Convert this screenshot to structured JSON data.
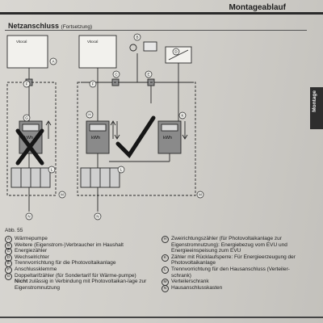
{
  "header": {
    "title": "Montageablauf"
  },
  "section": {
    "title": "Netzanschluss",
    "subtitle": "(Fortsetzung)"
  },
  "side_tab": {
    "label": "Montage"
  },
  "figure": {
    "label": "Abb. 55",
    "box_label": "Vitocal",
    "meter_label": "kWh",
    "letters": {
      "A": "A",
      "B": "B",
      "C": "C",
      "D": "D",
      "E": "E",
      "F": "F",
      "G": "G",
      "H": "H",
      "K": "K",
      "L": "L",
      "M": "M",
      "N": "N"
    }
  },
  "legend": {
    "left": [
      {
        "letter": "A",
        "text": "Wärmepumpe"
      },
      {
        "letter": "B",
        "text": "Weitere (Eigenstrom-)Verbraucher im Haushalt"
      },
      {
        "letter": "C",
        "text": "Energiezähler"
      },
      {
        "letter": "D",
        "text": "Wechselrichter"
      },
      {
        "letter": "E",
        "text": "Trennvorrichtung für die Photovoltaikanlage"
      },
      {
        "letter": "F",
        "text": "Anschlussklemme"
      },
      {
        "letter": "G",
        "text": "Doppeltarifzähler (für Sondertarif für Wärme-pumpe)"
      }
    ],
    "left_note_bold": "Nicht",
    "left_note_rest": " zulässig in Verbindung mit Photovoltaikan-lage zur Eigenstromnutzung",
    "right": [
      {
        "letter": "H",
        "text": "Zweirichtungszähler (für Photovoltaikanlage zur Eigenstromnutzung): Energiebezug vom EVU und Energieeinspeisung zum EVU"
      },
      {
        "letter": "K",
        "text": "Zähler mit Rücklaufsperre: Für Energieerzeugung der Photovoltaikanlage"
      },
      {
        "letter": "L",
        "text": "Trennvorrichtung für den Hausanschluss (Verteiler-schrank)"
      },
      {
        "letter": "M",
        "text": "Verteilerschrank"
      },
      {
        "letter": "N",
        "text": "Hausanschlusskasten"
      }
    ]
  }
}
